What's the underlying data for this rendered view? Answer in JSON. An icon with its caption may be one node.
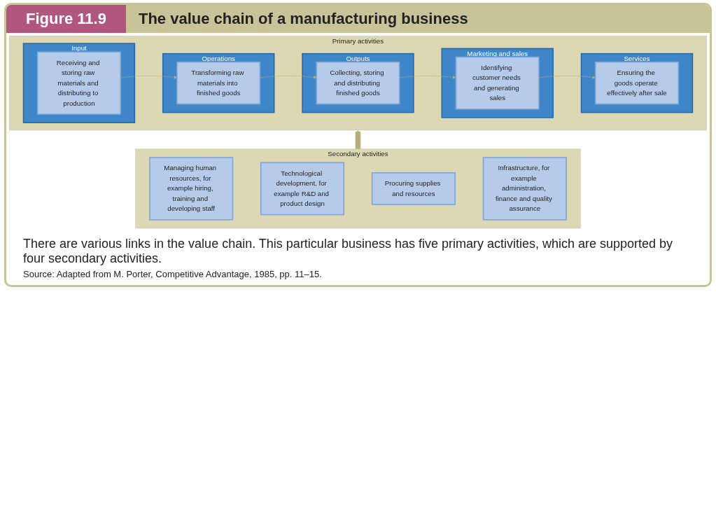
{
  "diagram": {
    "title": "The value chain of a manufacturing business",
    "caption": "There are various links in the value chain. This particular business has five primary activities, which are supported by four secondary activities.",
    "nodes": [
      {
        "text": [
          "Primary activities"
        ]
      },
      {
        "text": [
          "Input"
        ],
        "in": 0
      },
      {
        "text": [
          "Receiving and storing raw materials and distributing to production"
        ],
        "in": 1
      },
      {
        "text": [
          "Operations"
        ],
        "in": 0
      },
      {
        "text": [
          "Transforming raw materials into finished goods"
        ],
        "in": 3
      },
      {
        "text": [
          "Outputs"
        ],
        "in": 0
      },
      {
        "text": [
          "Collecting, storing and distributing finished goods"
        ],
        "in": 5
      },
      {
        "text": [
          "Marketing and sales"
        ],
        "in": 0
      },
      {
        "text": [
          "Identifying customer needs and generating sales"
        ],
        "in": 7
      },
      {
        "text": [
          "Services"
        ],
        "in": 0
      },
      {
        "text": [
          "Ensuring the goods operate effectively after sale"
        ],
        "in": 9
      },
      {
        "text": [
          "Secondary activities"
        ]
      },
      {
        "text": [
          "Managing human resources, for example hiring, training and developing staff"
        ],
        "in": 11
      },
      {
        "text": [
          "Technological development, for example R&D and product design"
        ],
        "in": 11
      },
      {
        "text": [
          "Procuring supplies and resources"
        ],
        "in": 11
      },
      {
        "text": [
          "Infrastructure, for example administration, finance and quality assurance"
        ],
        "in": 11
      }
    ],
    "edges": [
      {
        "from": 2,
        "to": 4,
        "arrow": "to"
      },
      {
        "from": 4,
        "to": 6,
        "arrow": "to"
      },
      {
        "from": 6,
        "to": 8,
        "arrow": "to"
      },
      {
        "from": 8,
        "to": 10,
        "arrow": "to"
      },
      {
        "from": 11,
        "to": 0,
        "arrow": "to",
        "style": "thick"
      }
    ],
    "labels": [
      "Figure 11.9",
      "Source: Adapted from M. Porter, Competitive Advantage, 1985, pp. 11–15."
    ]
  }
}
